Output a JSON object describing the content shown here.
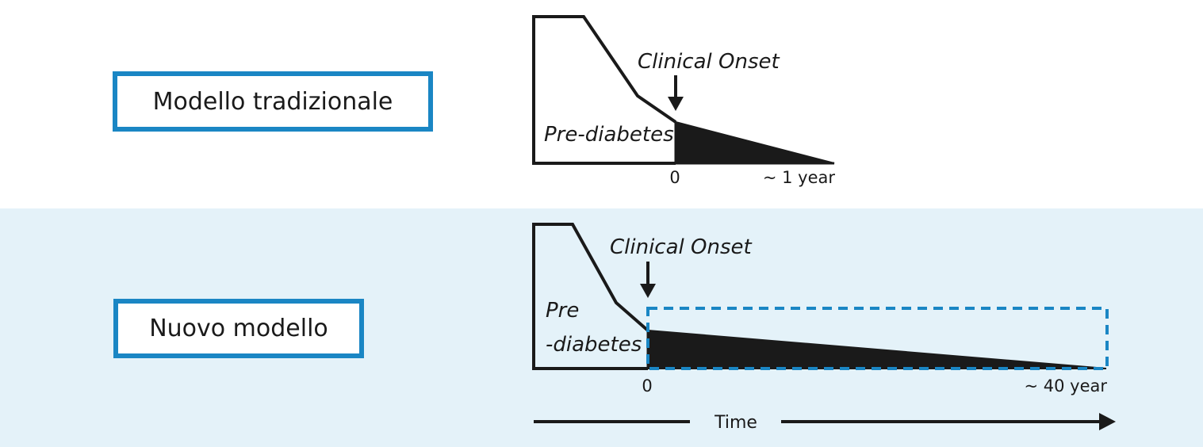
{
  "traditional": {
    "model_label": "Modello tradizionale",
    "onset_label": "Clinical Onset",
    "phase_label": "Pre-diabetes",
    "tick_start": "0",
    "tick_end": "~ 1 year"
  },
  "new_model": {
    "model_label": "Nuovo modello",
    "onset_label": "Clinical Onset",
    "phase_label_line1": "Pre",
    "phase_label_line2": "-diabetes",
    "tick_start": "0",
    "tick_end": "~ 40 year"
  },
  "time_axis_label": "Time",
  "colors": {
    "accent_blue": "#1a86c4",
    "band_background": "#e4f2f9",
    "ink": "#1a1a1a"
  }
}
